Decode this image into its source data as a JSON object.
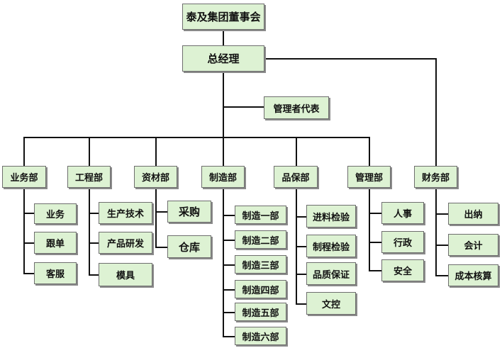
{
  "chairman": "泰及集团董事会",
  "gm": "总经理",
  "rep": "管理者代表",
  "departments": {
    "sales": {
      "name": "业务部",
      "items": [
        "业务",
        "跟单",
        "客服"
      ]
    },
    "engineering": {
      "name": "工程部",
      "items": [
        "生产技术",
        "产品研发",
        "模具"
      ]
    },
    "materials": {
      "name": "资材部",
      "items": [
        "采购",
        "仓库"
      ]
    },
    "manufacturing": {
      "name": "制造部",
      "items": [
        "制造一部",
        "制造二部",
        "制造三部",
        "制造四部",
        "制造五部",
        "制造六部"
      ]
    },
    "quality": {
      "name": "品保部",
      "items": [
        "进料检验",
        "制程检验",
        "品质保证",
        "文控"
      ]
    },
    "admin": {
      "name": "管理部",
      "items": [
        "人事",
        "行政",
        "安全"
      ]
    },
    "finance": {
      "name": "财务部",
      "items": [
        "出纳",
        "会计",
        "成本核算"
      ]
    }
  },
  "colors": {
    "box_fill": "#ddf2d3",
    "box_border": "#6e6e6e",
    "line": "#111111"
  }
}
